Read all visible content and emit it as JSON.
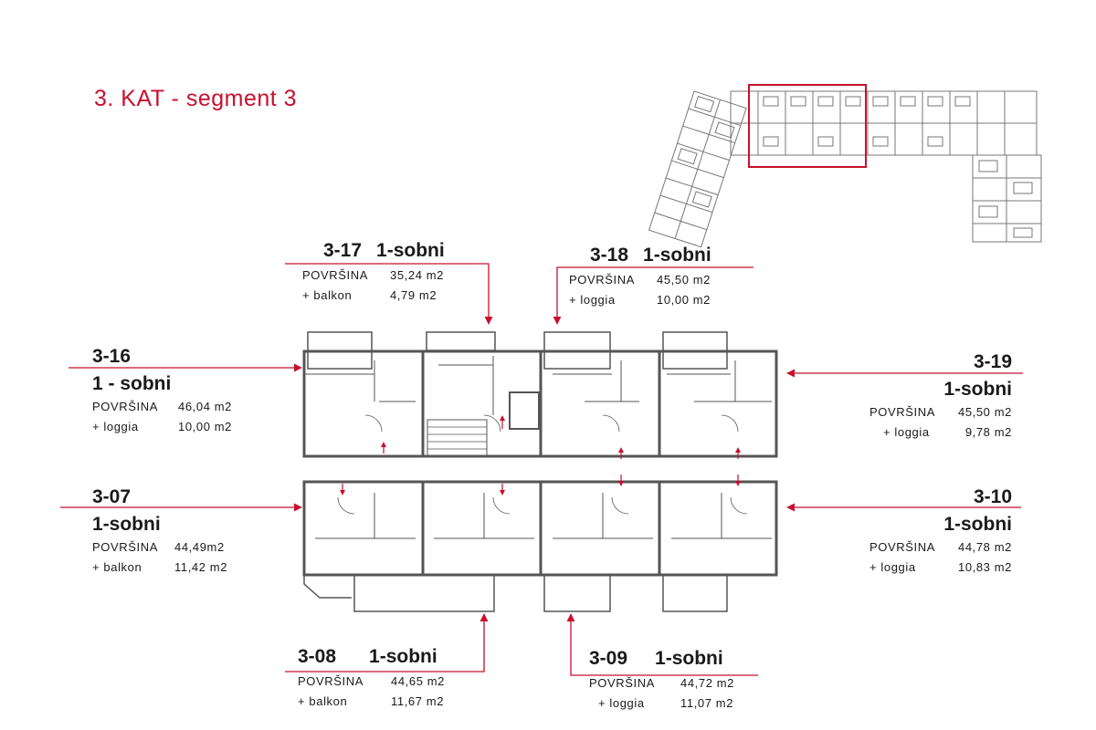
{
  "title": "3. KAT - segment 3",
  "colors": {
    "accent": "#c8102e",
    "wall": "#555555",
    "text": "#1a1a1a"
  },
  "units": {
    "u3_17": {
      "id": "3-17",
      "type": "1-sobni",
      "area_label": "POVRŠINA",
      "area": "35,24 m2",
      "extra_label": "+ balkon",
      "extra": "4,79 m2"
    },
    "u3_18": {
      "id": "3-18",
      "type": "1-sobni",
      "area_label": "POVRŠINA",
      "area": "45,50 m2",
      "extra_label": "+ loggia",
      "extra": "10,00 m2"
    },
    "u3_16": {
      "id": "3-16",
      "type": "1 - sobni",
      "area_label": "POVRŠINA",
      "area": "46,04 m2",
      "extra_label": "+ loggia",
      "extra": "10,00 m2"
    },
    "u3_19": {
      "id": "3-19",
      "type": "1-sobni",
      "area_label": "POVRŠINA",
      "area": "45,50 m2",
      "extra_label": "+ loggia",
      "extra": "9,78 m2"
    },
    "u3_07": {
      "id": "3-07",
      "type": "1-sobni",
      "area_label": "POVRŠINA",
      "area": "44,49m2",
      "extra_label": "+ balkon",
      "extra": "11,42 m2"
    },
    "u3_10": {
      "id": "3-10",
      "type": "1-sobni",
      "area_label": "POVRŠINA",
      "area": "44,78 m2",
      "extra_label": "+ loggia",
      "extra": "10,83 m2"
    },
    "u3_08": {
      "id": "3-08",
      "type": "1-sobni",
      "area_label": "POVRŠINA",
      "area": "44,65 m2",
      "extra_label": "+ balkon",
      "extra": "11,67 m2"
    },
    "u3_09": {
      "id": "3-09",
      "type": "1-sobni",
      "area_label": "POVRŠINA",
      "area": "44,72 m2",
      "extra_label": "+ loggia",
      "extra": "11,07 m2"
    }
  }
}
